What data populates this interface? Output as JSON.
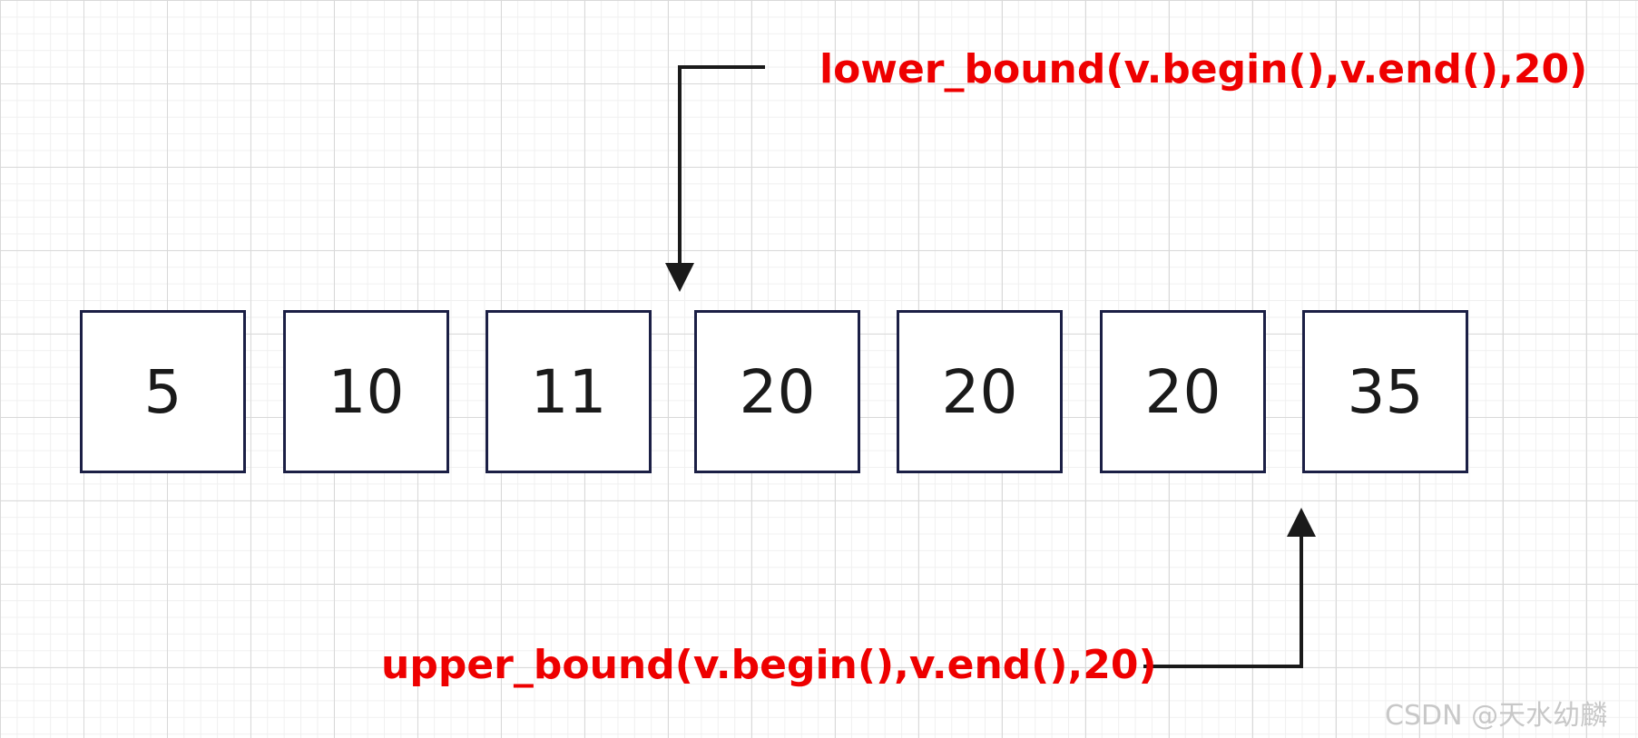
{
  "array": {
    "cells": [
      {
        "value": "5"
      },
      {
        "value": "10"
      },
      {
        "value": "11"
      },
      {
        "value": "20"
      },
      {
        "value": "20"
      },
      {
        "value": "20"
      },
      {
        "value": "35"
      }
    ]
  },
  "annotations": {
    "lower_bound_label": "lower_bound(v.begin(),v.end(),20)",
    "upper_bound_label": "upper_bound(v.begin(),v.end(),20)"
  },
  "watermark": "CSDN @天水幼麟",
  "colors": {
    "label": "#ee0000",
    "box_border": "#1b1f45",
    "arrow": "#1a1a1a",
    "grid": "#d9d9d9"
  }
}
